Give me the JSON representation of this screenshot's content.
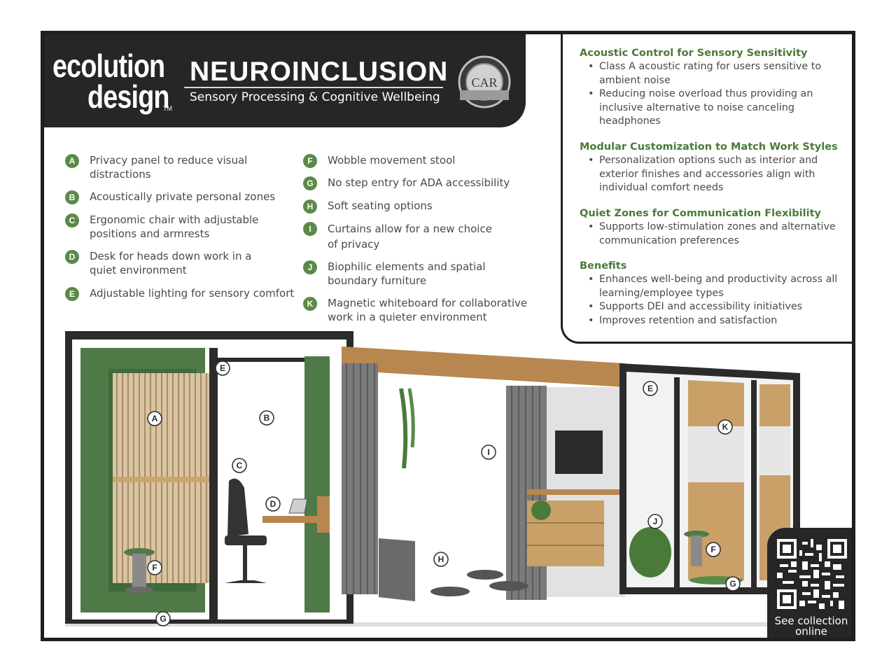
{
  "brand": {
    "line1": "ecolution",
    "line2": "design",
    "tm": "TM"
  },
  "header": {
    "title": "NEUROINCLUSION",
    "subtitle": "Sensory Processing & Cognitive Wellbeing"
  },
  "badge": {
    "text": "CAR"
  },
  "legend_left": [
    {
      "letter": "A",
      "text": "Privacy panel to reduce visual distractions"
    },
    {
      "letter": "B",
      "text": "Acoustically private personal zones"
    },
    {
      "letter": "C",
      "text": "Ergonomic chair with adjustable positions and armrests"
    },
    {
      "letter": "D",
      "text": "Desk for heads down work in a quiet environment"
    },
    {
      "letter": "E",
      "text": "Adjustable lighting for sensory comfort"
    }
  ],
  "legend_right": [
    {
      "letter": "F",
      "text": "Wobble movement stool"
    },
    {
      "letter": "G",
      "text": "No step entry for ADA accessibility"
    },
    {
      "letter": "H",
      "text": "Soft seating options"
    },
    {
      "letter": "I",
      "text": "Curtains allow for a new choice of privacy"
    },
    {
      "letter": "J",
      "text": "Biophilic elements and spatial boundary furniture"
    },
    {
      "letter": "K",
      "text": "Magnetic whiteboard for collaborative work in a quieter environment"
    }
  ],
  "info_sections": [
    {
      "heading": "Acoustic Control for Sensory Sensitivity",
      "bullets": [
        "Class A acoustic rating for users sensitive to ambient noise",
        "Reducing noise overload thus providing an inclusive alternative to noise canceling headphones"
      ]
    },
    {
      "heading": "Modular Customization to Match Work Styles",
      "bullets": [
        "Personalization options such as interior and exterior finishes and accessories align with individual comfort needs"
      ]
    },
    {
      "heading": "Quiet Zones for Communication Flexibility",
      "bullets": [
        "Supports low-stimulation zones and alternative communication preferences"
      ]
    },
    {
      "heading": "Benefits",
      "bullets": [
        "Enhances well-being and productivity across all learning/employee types",
        "Supports DEI and accessibility initiatives",
        "Improves retention and satisfaction"
      ]
    }
  ],
  "illustration_labels": [
    "A",
    "B",
    "C",
    "D",
    "E",
    "F",
    "G",
    "H",
    "I",
    "J",
    "K",
    "E",
    "F",
    "G"
  ],
  "qr": {
    "caption_line1": "See collection",
    "caption_line2": "online"
  },
  "colors": {
    "green": "#4a7a3a",
    "badge_green": "#5a8a48",
    "panel_green": "#4f7a47",
    "wood": "#b8874f",
    "dark": "#262626"
  }
}
